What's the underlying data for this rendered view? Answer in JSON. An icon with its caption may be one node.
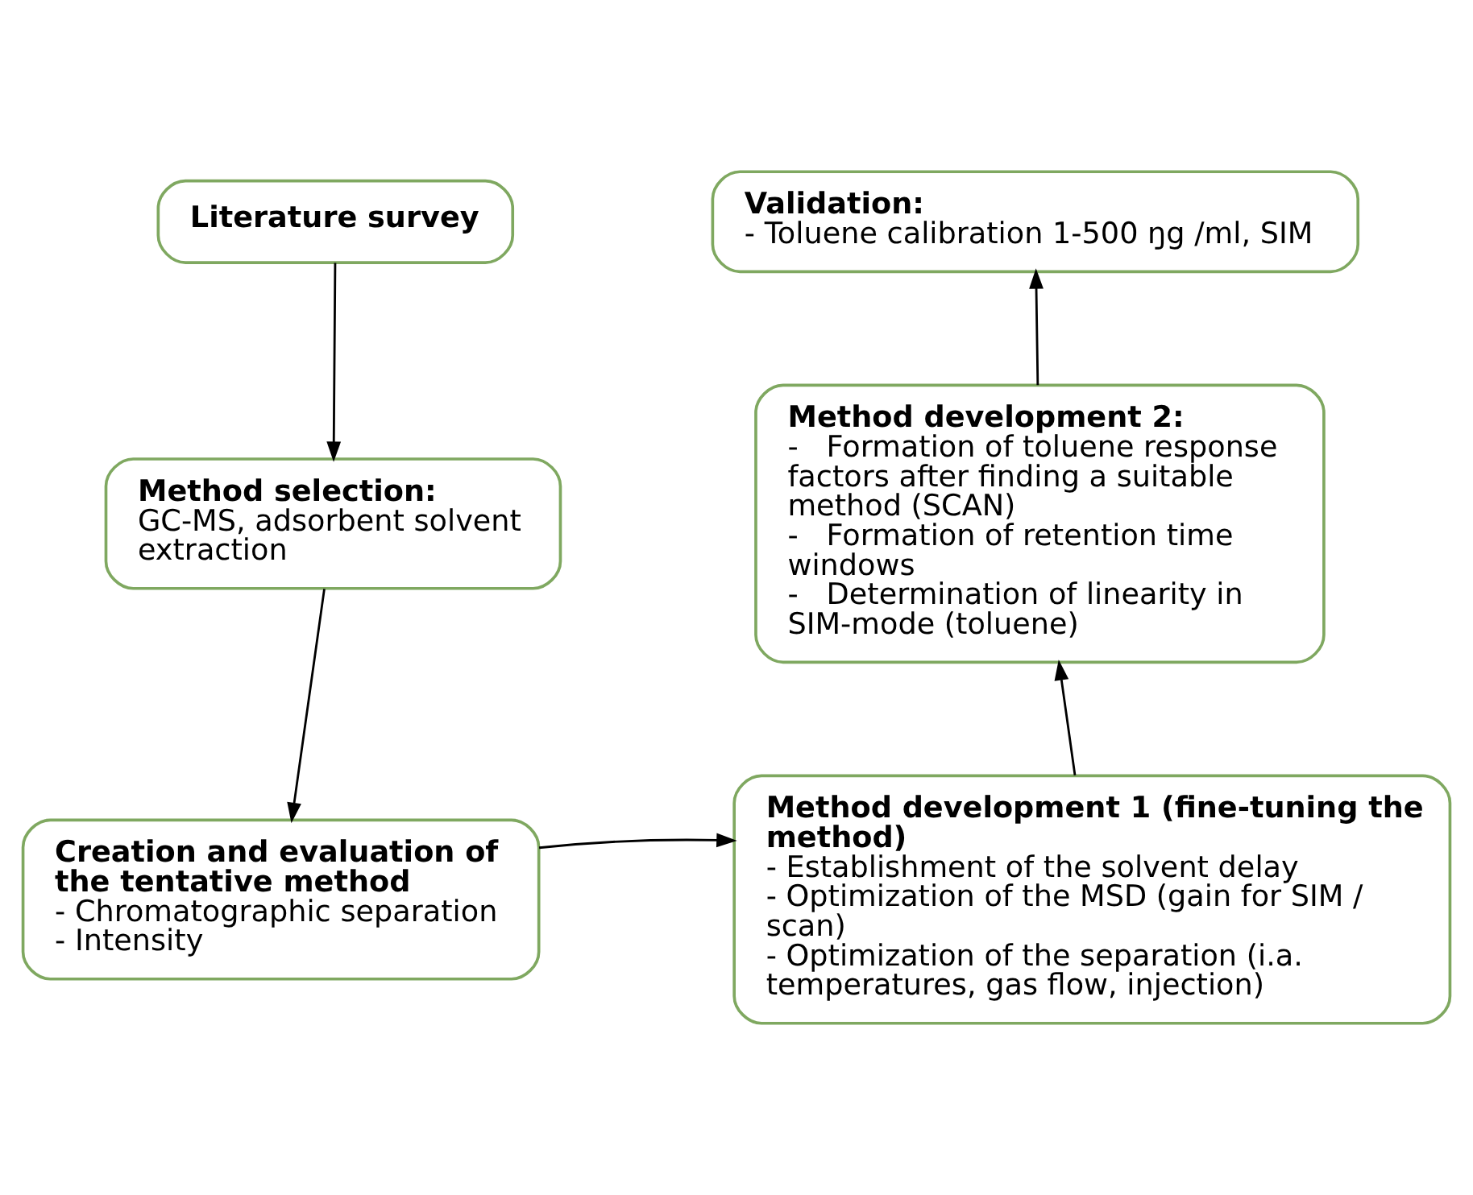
{
  "diagram": {
    "nodes": [
      {
        "text": [
          "Literature survey"
        ]
      },
      {
        "text": [
          "Method selection:",
          "GC-MS, adsorbent solvent extraction"
        ]
      },
      {
        "text": [
          "Creation and evaluation of the tentative method",
          "- Chromatographic separation",
          "- Intensity"
        ]
      },
      {
        "text": [
          "Validation:",
          "- Toluene calibration 1-500 ŋg /ml, SIM"
        ]
      },
      {
        "text": [
          "Method development 2:",
          "-   Formation of toluene response factors after finding a suitable method (SCAN)",
          "-   Formation of retention time windows",
          "-   Determination of linearity in SIM-mode (toluene)"
        ]
      },
      {
        "text": [
          "Method development 1 (fine-tuning the method)",
          "- Establishment of the solvent delay",
          "- Optimization of the MSD (gain for SIM / scan)",
          "- Optimization of the separation (i.a. temperatures, gas flow, injection)"
        ]
      }
    ],
    "edges": [
      {
        "from": 0,
        "to": 1,
        "arrow": "to"
      },
      {
        "from": 1,
        "to": 2,
        "arrow": "to"
      },
      {
        "from": 2,
        "to": 5,
        "arrow": "to"
      },
      {
        "from": 5,
        "to": 4,
        "arrow": "to"
      },
      {
        "from": 4,
        "to": 3,
        "arrow": "to"
      }
    ]
  }
}
